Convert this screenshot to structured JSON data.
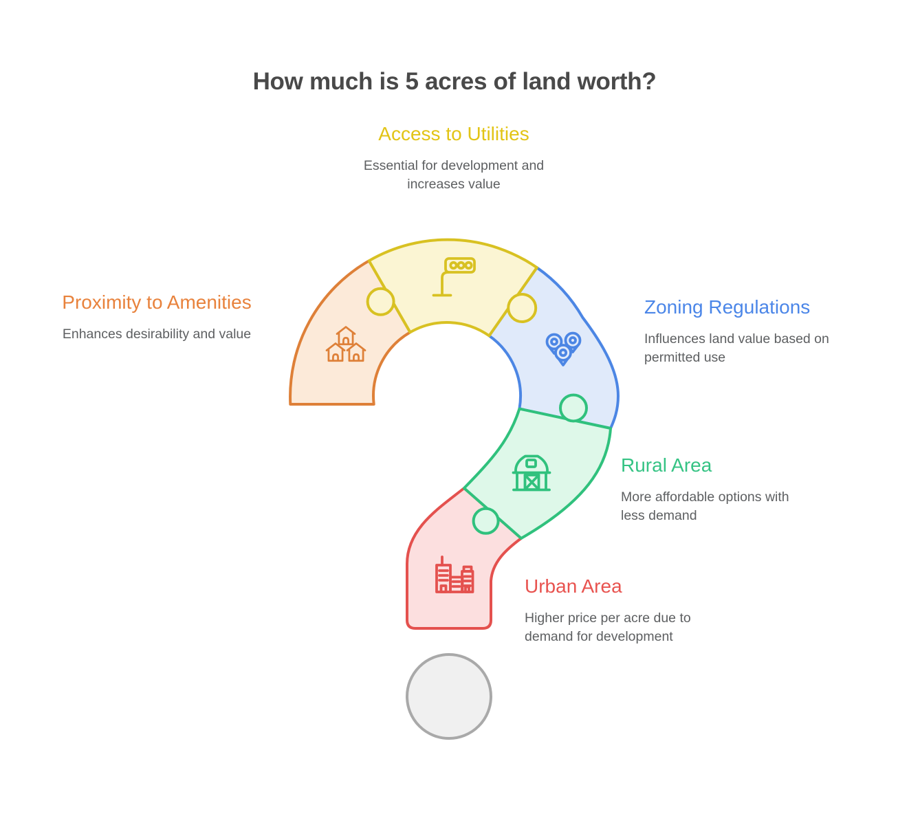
{
  "title": {
    "text": "How much is 5 acres of land worth?",
    "color": "#494949"
  },
  "background": "#ffffff",
  "body_text_color": "#5d5f61",
  "sections": [
    {
      "id": "utilities",
      "label": "Access to Utilities",
      "description": "Essential for development and increases value",
      "color": "#e2c416",
      "icon": "traffic-light-icon",
      "fill": "#fbf5d3",
      "stroke": "#d8c122"
    },
    {
      "id": "amenities",
      "label": "Proximity to Amenities",
      "description": "Enhances desirability and value",
      "color": "#e8823c",
      "icon": "houses-icon",
      "fill": "#fcead9",
      "stroke": "#de8038"
    },
    {
      "id": "zoning",
      "label": "Zoning Regulations",
      "description": "Influences land value based on permitted use",
      "color": "#4b86e8",
      "icon": "map-pins-icon",
      "fill": "#e0eafa",
      "stroke": "#4c86e4"
    },
    {
      "id": "rural",
      "label": "Rural Area",
      "description": "More affordable options with less demand",
      "color": "#35c384",
      "icon": "barn-icon",
      "fill": "#def8e9",
      "stroke": "#30c17d"
    },
    {
      "id": "urban",
      "label": "Urban Area",
      "description": "Higher price per acre due to demand for development",
      "color": "#e8534f",
      "icon": "city-buildings-icon",
      "fill": "#fcdfdf",
      "stroke": "#e4514e"
    }
  ],
  "dot": {
    "fill": "#f0f0f0",
    "stroke": "#a9a9a9"
  }
}
